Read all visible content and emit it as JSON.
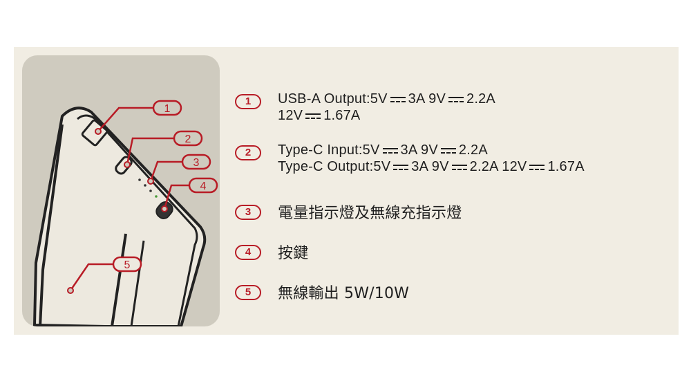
{
  "callouts": [
    {
      "number": "1",
      "lines": [
        [
          "USB-A Output:5V",
          "3A  9V",
          "2.2A"
        ],
        [
          "12V",
          "1.67A"
        ]
      ]
    },
    {
      "number": "2",
      "lines": [
        [
          "Type-C Input:5V",
          "3A  9V",
          "2.2A"
        ],
        [
          "Type-C Output:5V",
          "3A  9V",
          "2.2A  12V",
          "1.67A"
        ]
      ]
    },
    {
      "number": "3",
      "text": "電量指示燈及無線充指示燈"
    },
    {
      "number": "4",
      "text": "按鍵"
    },
    {
      "number": "5",
      "text": "無線輸出 5W/10W"
    }
  ],
  "diagram_labels": [
    "1",
    "2",
    "3",
    "4",
    "5"
  ],
  "colors": {
    "accent": "#b81c26",
    "background": "#f1ede3",
    "panel": "#cfcbbf",
    "text": "#1f1f1f"
  }
}
